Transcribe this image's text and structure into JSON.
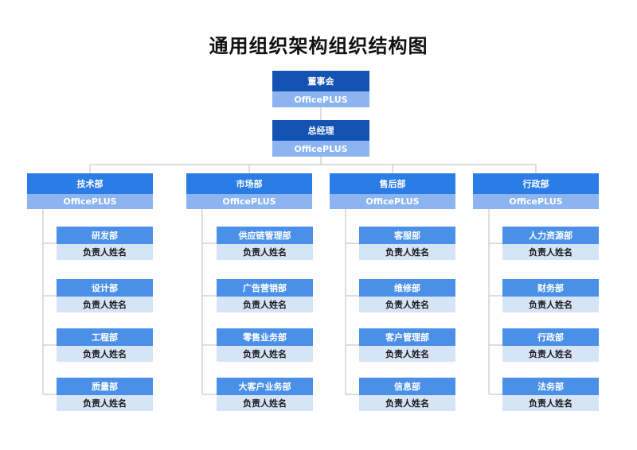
{
  "title": "通用组织架构组织结构图",
  "colors": {
    "exec_top": "#1553b3",
    "dept_top": "#2a7de6",
    "sub_top": "#4a90e8",
    "light_band": "#8bb4f0",
    "sub_band": "#d6e4f8",
    "connector": "#c9c9c9"
  },
  "board": {
    "name": "董事会",
    "sub": "OfficePLUS"
  },
  "gm": {
    "name": "总经理",
    "sub": "OfficePLUS"
  },
  "departments": [
    {
      "name": "技术部",
      "sub": "OfficePLUS",
      "children": [
        {
          "name": "研发部",
          "owner": "负责人姓名"
        },
        {
          "name": "设计部",
          "owner": "负责人姓名"
        },
        {
          "name": "工程部",
          "owner": "负责人姓名"
        },
        {
          "name": "质量部",
          "owner": "负责人姓名"
        }
      ]
    },
    {
      "name": "市场部",
      "sub": "OfficePLUS",
      "children": [
        {
          "name": "供应链管理部",
          "owner": "负责人姓名"
        },
        {
          "name": "广告营销部",
          "owner": "负责人姓名"
        },
        {
          "name": "零售业务部",
          "owner": "负责人姓名"
        },
        {
          "name": "大客户业务部",
          "owner": "负责人姓名"
        }
      ]
    },
    {
      "name": "售后部",
      "sub": "OfficePLUS",
      "children": [
        {
          "name": "客服部",
          "owner": "负责人姓名"
        },
        {
          "name": "维修部",
          "owner": "负责人姓名"
        },
        {
          "name": "客户管理部",
          "owner": "负责人姓名"
        },
        {
          "name": "信息部",
          "owner": "负责人姓名"
        }
      ]
    },
    {
      "name": "行政部",
      "sub": "OfficePLUS",
      "children": [
        {
          "name": "人力资源部",
          "owner": "负责人姓名"
        },
        {
          "name": "财务部",
          "owner": "负责人姓名"
        },
        {
          "name": "行政部",
          "owner": "负责人姓名"
        },
        {
          "name": "法务部",
          "owner": "负责人姓名"
        }
      ]
    }
  ]
}
